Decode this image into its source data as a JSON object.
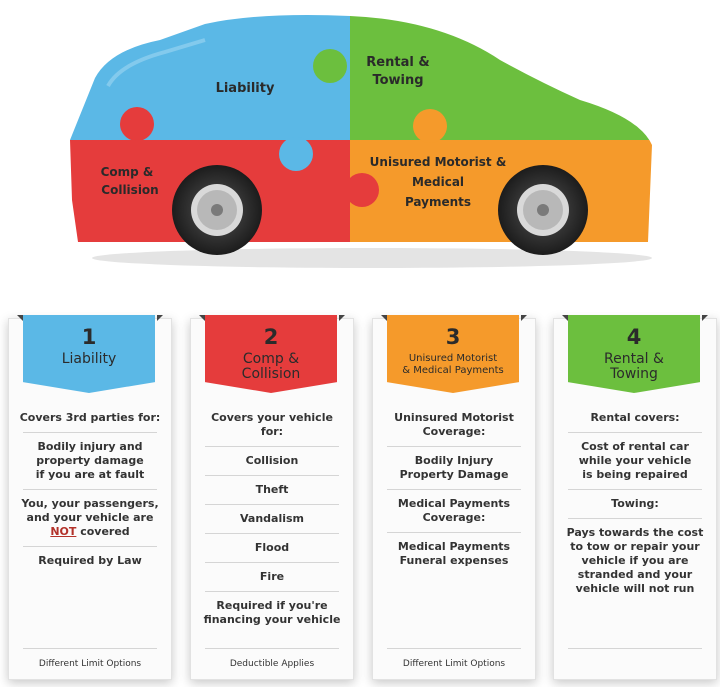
{
  "colors": {
    "liability": "#5bb8e6",
    "comp_collision": "#e53c3c",
    "uninsured": "#f59a2b",
    "rental": "#6cbf3e"
  },
  "car": {
    "liability": "Liability",
    "rental": [
      "Rental &",
      "Towing"
    ],
    "comp": [
      "Comp &",
      "Collision"
    ],
    "uninsured": [
      "Unisured Motorist &",
      "Medical",
      "Payments"
    ]
  },
  "cards": [
    {
      "number": "1",
      "title": "Liability",
      "lines": [
        "Covers 3rd parties for:",
        "Bodily injury and\nproperty damage\nif you are at fault"
      ],
      "not_line": {
        "before": "You, your passengers,\nand your vehicle are\n",
        "not": "NOT",
        "after": " covered"
      },
      "last": "Required by Law",
      "footer": "Different Limit Options"
    },
    {
      "number": "2",
      "title": "Comp &\nCollision",
      "lines": [
        "Covers your vehicle for:",
        "Collision",
        "Theft",
        "Vandalism",
        "Flood",
        "Fire",
        "Required if you're\nfinancing your vehicle"
      ],
      "footer": "Deductible Applies"
    },
    {
      "number": "3",
      "title": "Unisured Motorist\n& Medical Payments",
      "lines": [
        "Uninsured Motorist\nCoverage:",
        "Bodily Injury\nProperty Damage",
        "Medical Payments\nCoverage:",
        "Medical Payments\nFuneral expenses"
      ],
      "footer": "Different Limit Options"
    },
    {
      "number": "4",
      "title": "Rental &\nTowing",
      "lines": [
        "Rental covers:",
        "Cost of rental car\nwhile your vehicle\nis being repaired",
        "Towing:",
        "Pays towards the cost\nto tow or repair your\nvehicle if you are\nstranded and your\nvehicle will not run"
      ],
      "footer": ""
    }
  ]
}
